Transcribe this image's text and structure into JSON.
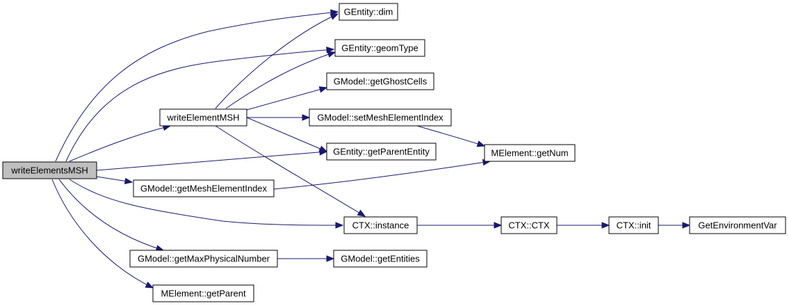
{
  "colors": {
    "edge": "#191970",
    "root_fill": "#bfbfbf",
    "node_fill": "#ffffff",
    "border": "#000000"
  },
  "nodes": [
    {
      "id": "writeElementsMSH",
      "label": "writeElementsMSH",
      "root": true
    },
    {
      "id": "writeElementMSH",
      "label": "writeElementMSH"
    },
    {
      "id": "GEntity_dim",
      "label": "GEntity::dim"
    },
    {
      "id": "GEntity_geomType",
      "label": "GEntity::geomType"
    },
    {
      "id": "GModel_getGhostCells",
      "label": "GModel::getGhostCells"
    },
    {
      "id": "GModel_setMeshElementIndex",
      "label": "GModel::setMeshElementIndex"
    },
    {
      "id": "GEntity_getParentEntity",
      "label": "GEntity::getParentEntity"
    },
    {
      "id": "MElement_getNum",
      "label": "MElement::getNum"
    },
    {
      "id": "GModel_getMeshElementIndex",
      "label": "GModel::getMeshElementIndex"
    },
    {
      "id": "CTX_instance",
      "label": "CTX::instance"
    },
    {
      "id": "CTX_CTX",
      "label": "CTX::CTX"
    },
    {
      "id": "CTX_init",
      "label": "CTX::init"
    },
    {
      "id": "GetEnvironmentVar",
      "label": "GetEnvironmentVar"
    },
    {
      "id": "GModel_getMaxPhysicalNumber",
      "label": "GModel::getMaxPhysicalNumber"
    },
    {
      "id": "GModel_getEntities",
      "label": "GModel::getEntities"
    },
    {
      "id": "MElement_getParent",
      "label": "MElement::getParent"
    }
  ],
  "edges": [
    {
      "from": "writeElementsMSH",
      "to": "GEntity_dim"
    },
    {
      "from": "writeElementsMSH",
      "to": "GEntity_geomType"
    },
    {
      "from": "writeElementsMSH",
      "to": "writeElementMSH"
    },
    {
      "from": "writeElementsMSH",
      "to": "GEntity_getParentEntity"
    },
    {
      "from": "writeElementsMSH",
      "to": "GModel_getMeshElementIndex"
    },
    {
      "from": "writeElementsMSH",
      "to": "CTX_instance"
    },
    {
      "from": "writeElementsMSH",
      "to": "GModel_getMaxPhysicalNumber"
    },
    {
      "from": "writeElementsMSH",
      "to": "MElement_getParent"
    },
    {
      "from": "writeElementMSH",
      "to": "GEntity_dim"
    },
    {
      "from": "writeElementMSH",
      "to": "GEntity_geomType"
    },
    {
      "from": "writeElementMSH",
      "to": "GModel_getGhostCells"
    },
    {
      "from": "writeElementMSH",
      "to": "GModel_setMeshElementIndex"
    },
    {
      "from": "writeElementMSH",
      "to": "GEntity_getParentEntity"
    },
    {
      "from": "writeElementMSH",
      "to": "CTX_instance"
    },
    {
      "from": "GModel_setMeshElementIndex",
      "to": "MElement_getNum"
    },
    {
      "from": "GModel_getMeshElementIndex",
      "to": "MElement_getNum"
    },
    {
      "from": "CTX_instance",
      "to": "CTX_CTX"
    },
    {
      "from": "CTX_CTX",
      "to": "CTX_init"
    },
    {
      "from": "CTX_init",
      "to": "GetEnvironmentVar"
    },
    {
      "from": "GModel_getMaxPhysicalNumber",
      "to": "GModel_getEntities"
    }
  ]
}
